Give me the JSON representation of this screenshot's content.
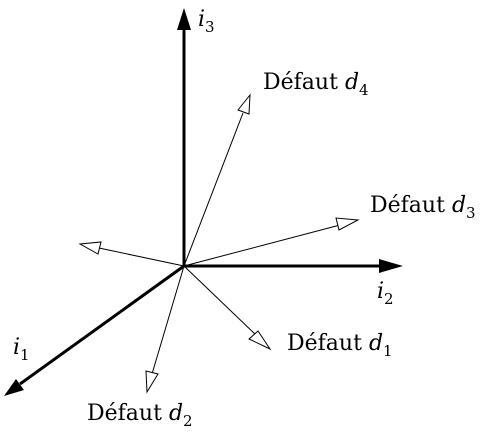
{
  "axes": {
    "i1": {
      "symbol": "i",
      "index": "1"
    },
    "i2": {
      "symbol": "i",
      "index": "2"
    },
    "i3": {
      "symbol": "i",
      "index": "3"
    }
  },
  "defects": {
    "d1": {
      "word": "Défaut",
      "symbol": "d",
      "index": "1"
    },
    "d2": {
      "word": "Défaut",
      "symbol": "d",
      "index": "2"
    },
    "d3": {
      "word": "Défaut",
      "symbol": "d",
      "index": "3"
    },
    "d4": {
      "word": "Défaut",
      "symbol": "d",
      "index": "4"
    }
  },
  "colors": {
    "stroke": "#000000",
    "open_head_fill": "#ffffff"
  }
}
